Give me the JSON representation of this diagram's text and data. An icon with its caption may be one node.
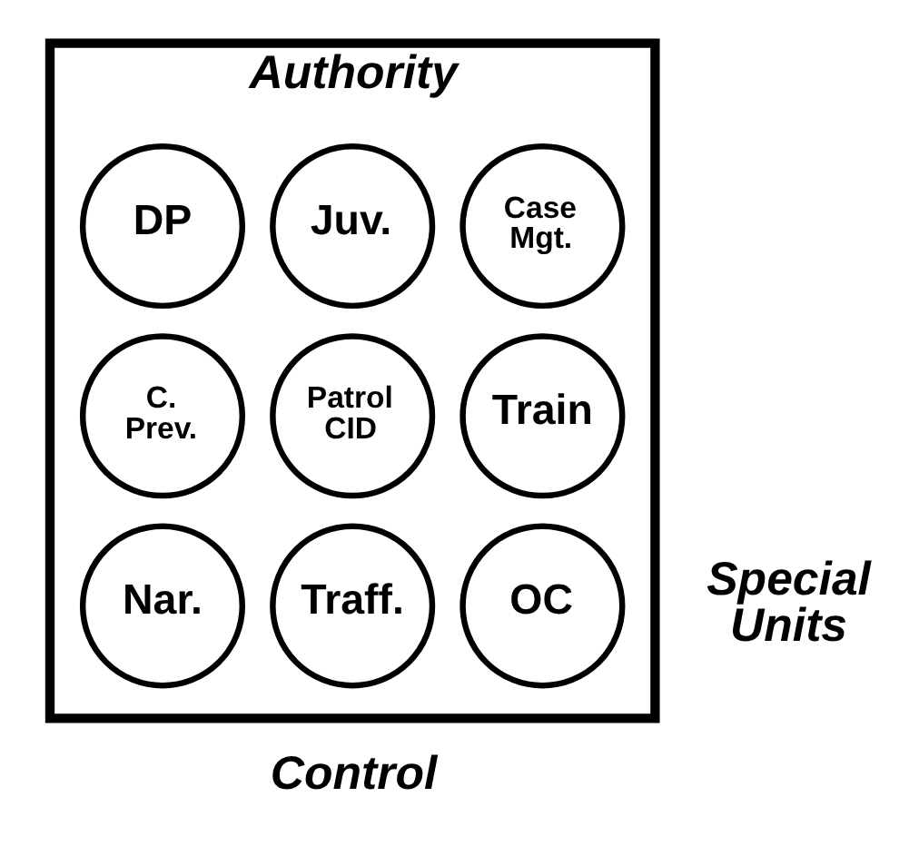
{
  "diagram": {
    "nodes": [
      {
        "text": [
          "Authority"
        ],
        "beside": [
          "Special Units",
          "Control"
        ]
      },
      {
        "text": [
          "DP"
        ],
        "in": 0
      },
      {
        "text": [
          "Juv."
        ],
        "in": 0
      },
      {
        "text": [
          "Case Mgt."
        ],
        "in": 0
      },
      {
        "text": [
          "C. Prev."
        ],
        "in": 0
      },
      {
        "text": [
          "Patrol CID"
        ],
        "in": 0
      },
      {
        "text": [
          "Train"
        ],
        "in": 0
      },
      {
        "text": [
          "Nar."
        ],
        "in": 0
      },
      {
        "text": [
          "Traff."
        ],
        "in": 0
      },
      {
        "text": [
          "OC"
        ],
        "in": 0
      }
    ]
  }
}
